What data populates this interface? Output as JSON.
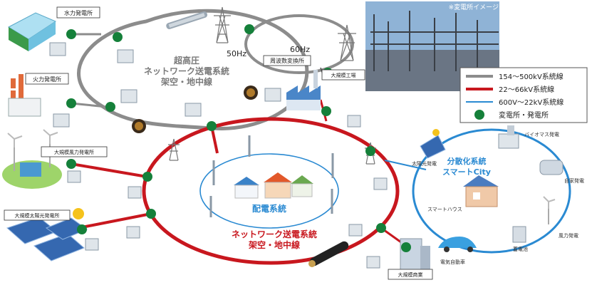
{
  "labels": {
    "hydro": "水力発電所",
    "thermal": "火力発電所",
    "wind_farm": "大規模風力発電所",
    "solar_farm": "大規模太陽光発電所",
    "large_factory": "大規模工場",
    "large_commercial": "大規模商業",
    "freq_converter": "周波数変換所",
    "hz50": "50Hz",
    "hz60": "60Hz",
    "substation_image_note": "※変電所イメージ",
    "uhv_line1": "超高圧",
    "uhv_line2": "ネットワーク送電系統",
    "uhv_line3": "架空・地中線",
    "mid_line1": "ネットワーク送電系統",
    "mid_line2": "架空・地中線",
    "distribution": "配電系統",
    "dist_line1": "分散化系統",
    "dist_line2": "スマートCity",
    "biomass": "バイオマス発電",
    "private_gen": "自家発電",
    "smart_house": "スマートハウス",
    "solar_gen": "太陽光発電",
    "wind_gen": "風力発電",
    "battery": "蓄電池",
    "ev": "電気自動車"
  },
  "legend": [
    {
      "label": "154～500kV系統線",
      "color": "#8c8c8c",
      "kind": "line"
    },
    {
      "label": "22～66kV系統線",
      "color": "#c8171e",
      "kind": "line"
    },
    {
      "label": "600V～22kV系統線",
      "color": "#2a8ad2",
      "kind": "line"
    },
    {
      "label": "変電所・発電所",
      "color": "#15803a",
      "kind": "dot"
    }
  ],
  "colors": {
    "gray": "#8c8c8c",
    "red": "#c8171e",
    "blue": "#2a8ad2",
    "node": "#15803a"
  }
}
